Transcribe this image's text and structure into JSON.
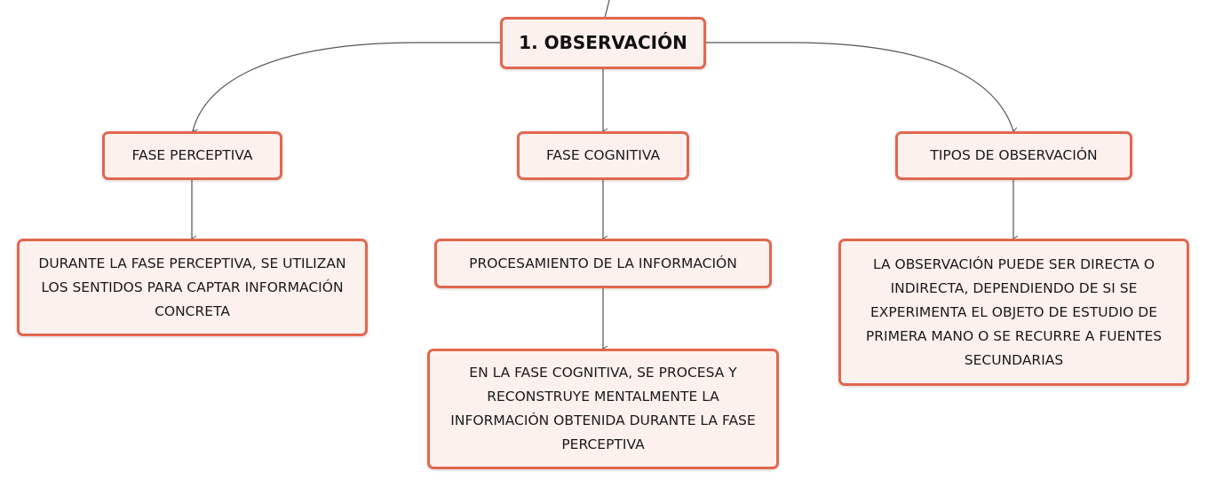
{
  "diagram": {
    "root": {
      "label": "1. OBSERVACIÓN"
    },
    "branches": [
      {
        "label": "FASE PERCEPTIVA",
        "children": [
          {
            "label": "DURANTE LA FASE PERCEPTIVA, SE UTILIZAN LOS SENTIDOS PARA CAPTAR INFORMACIÓN CONCRETA"
          }
        ]
      },
      {
        "label": "FASE COGNITIVA",
        "children": [
          {
            "label": "PROCESAMIENTO DE LA INFORMACIÓN"
          },
          {
            "label": "EN LA FASE COGNITIVA, SE PROCESA Y RECONSTRUYE MENTALMENTE LA INFORMACIÓN OBTENIDA DURANTE LA FASE PERCEPTIVA"
          }
        ]
      },
      {
        "label": "TIPOS DE OBSERVACIÓN",
        "children": [
          {
            "label": "LA OBSERVACIÓN PUEDE SER DIRECTA O INDIRECTA, DEPENDIENDO DE SI SE EXPERIMENTA EL OBJETO DE ESTUDIO DE PRIMERA MANO O SE RECURRE A FUENTES SECUNDARIAS"
          }
        ]
      }
    ],
    "colors": {
      "node_border": "#e2674f",
      "node_fill": "#fdf1ee",
      "connector": "#555555",
      "text": "#1a1a1a"
    }
  }
}
